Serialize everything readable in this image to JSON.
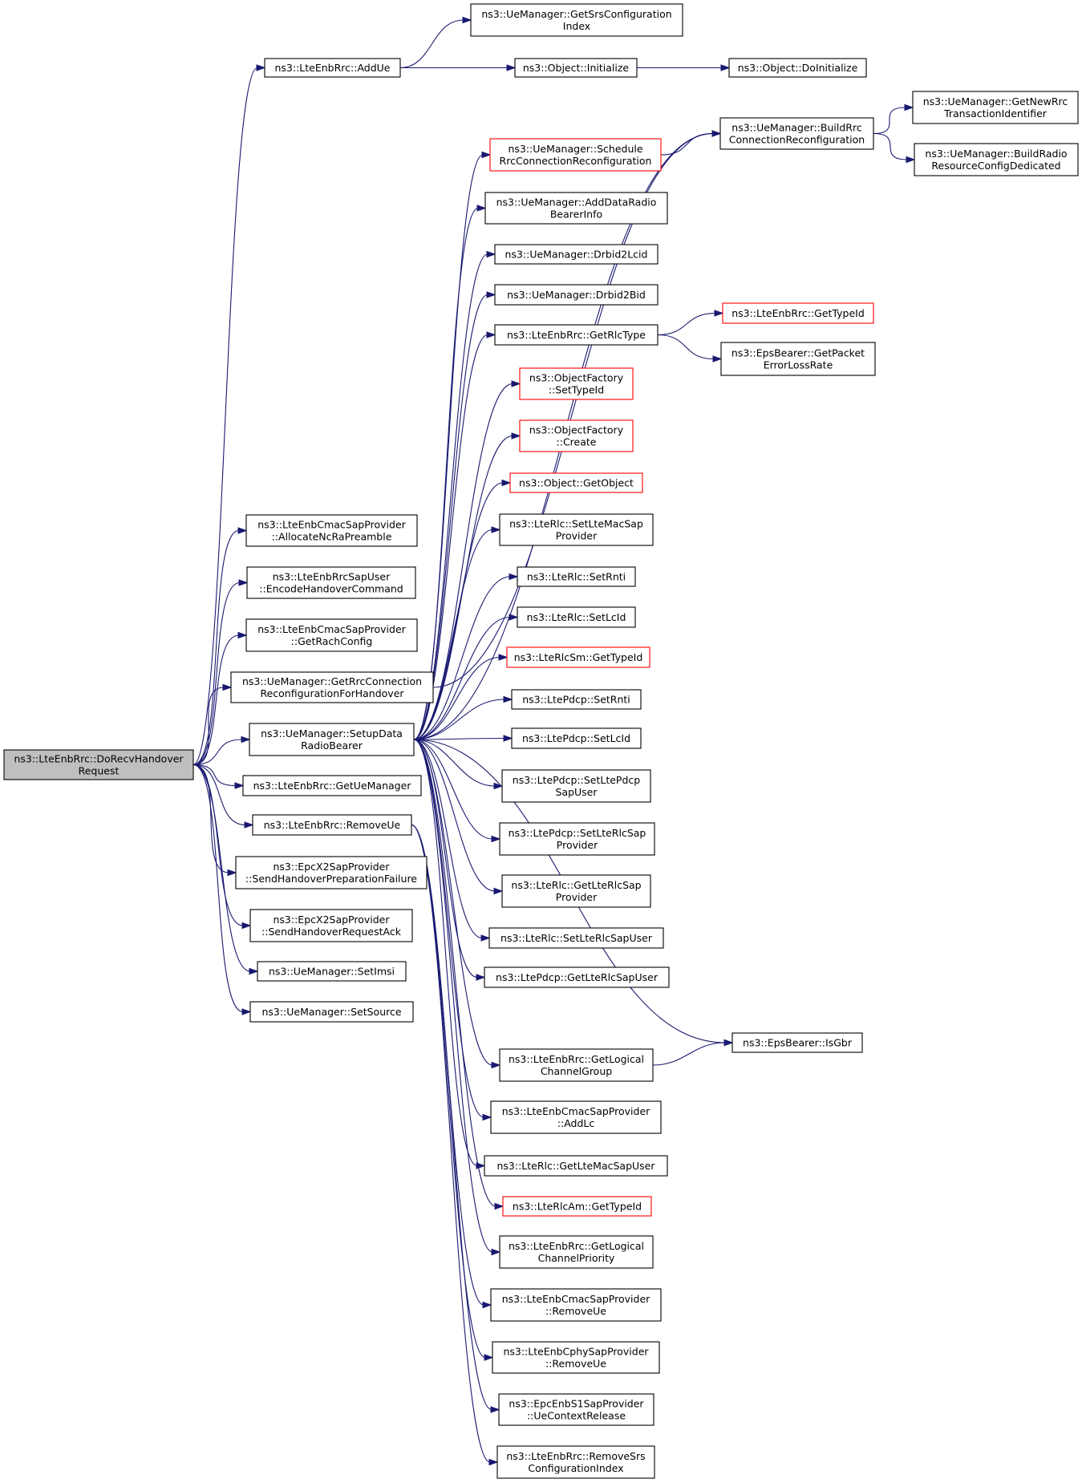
{
  "nodes": [
    {
      "id": "root",
      "lines": [
        "ns3::LteEnbRrc::DoRecvHandover",
        "Request"
      ],
      "style": "root"
    },
    {
      "id": "addue",
      "lines": [
        "ns3::LteEnbRrc::AddUe"
      ],
      "style": "normal"
    },
    {
      "id": "getsrs",
      "lines": [
        "ns3::UeManager::GetSrsConfiguration",
        "Index"
      ],
      "style": "normal"
    },
    {
      "id": "objinit",
      "lines": [
        "ns3::Object::Initialize"
      ],
      "style": "normal"
    },
    {
      "id": "doinit",
      "lines": [
        "ns3::Object::DoInitialize"
      ],
      "style": "normal"
    },
    {
      "id": "buildrrc",
      "lines": [
        "ns3::UeManager::BuildRrc",
        "ConnectionReconfiguration"
      ],
      "style": "normal"
    },
    {
      "id": "getnewrrc",
      "lines": [
        "ns3::UeManager::GetNewRrc",
        "TransactionIdentifier"
      ],
      "style": "normal"
    },
    {
      "id": "buildradio",
      "lines": [
        "ns3::UeManager::BuildRadio",
        "ResourceConfigDedicated"
      ],
      "style": "normal"
    },
    {
      "id": "schedule",
      "lines": [
        "ns3::UeManager::Schedule",
        "RrcConnectionReconfiguration"
      ],
      "style": "red"
    },
    {
      "id": "adddrb",
      "lines": [
        "ns3::UeManager::AddDataRadio",
        "BearerInfo"
      ],
      "style": "normal"
    },
    {
      "id": "drbid2lcid",
      "lines": [
        "ns3::UeManager::Drbid2Lcid"
      ],
      "style": "normal"
    },
    {
      "id": "drbid2bid",
      "lines": [
        "ns3::UeManager::Drbid2Bid"
      ],
      "style": "normal"
    },
    {
      "id": "getrlctype",
      "lines": [
        "ns3::LteEnbRrc::GetRlcType"
      ],
      "style": "normal"
    },
    {
      "id": "enbrrctypeid",
      "lines": [
        "ns3::LteEnbRrc::GetTypeId"
      ],
      "style": "red"
    },
    {
      "id": "getpacketerr",
      "lines": [
        "ns3::EpsBearer::GetPacket",
        "ErrorLossRate"
      ],
      "style": "normal"
    },
    {
      "id": "ofsettypeid",
      "lines": [
        "ns3::ObjectFactory",
        "::SetTypeId"
      ],
      "style": "red"
    },
    {
      "id": "ofcreate",
      "lines": [
        "ns3::ObjectFactory",
        "::Create"
      ],
      "style": "red"
    },
    {
      "id": "getobject",
      "lines": [
        "ns3::Object::GetObject"
      ],
      "style": "red"
    },
    {
      "id": "setltemacsap",
      "lines": [
        "ns3::LteRlc::SetLteMacSap",
        "Provider"
      ],
      "style": "normal"
    },
    {
      "id": "rlcsetrnti",
      "lines": [
        "ns3::LteRlc::SetRnti"
      ],
      "style": "normal"
    },
    {
      "id": "rlcsetlcid",
      "lines": [
        "ns3::LteRlc::SetLcId"
      ],
      "style": "normal"
    },
    {
      "id": "rlcsmtypeid",
      "lines": [
        "ns3::LteRlcSm::GetTypeId"
      ],
      "style": "red"
    },
    {
      "id": "allocncra",
      "lines": [
        "ns3::LteEnbCmacSapProvider",
        "::AllocateNcRaPreamble"
      ],
      "style": "normal"
    },
    {
      "id": "encodeho",
      "lines": [
        "ns3::LteEnbRrcSapUser",
        "::EncodeHandoverCommand"
      ],
      "style": "normal"
    },
    {
      "id": "getrach",
      "lines": [
        "ns3::LteEnbCmacSapProvider",
        "::GetRachConfig"
      ],
      "style": "normal"
    },
    {
      "id": "getrrcconnho",
      "lines": [
        "ns3::UeManager::GetRrcConnection",
        "ReconfigurationForHandover"
      ],
      "style": "normal"
    },
    {
      "id": "setupdrb",
      "lines": [
        "ns3::UeManager::SetupData",
        "RadioBearer"
      ],
      "style": "normal"
    },
    {
      "id": "pdcpsetrnti",
      "lines": [
        "ns3::LtePdcp::SetRnti"
      ],
      "style": "normal"
    },
    {
      "id": "pdcpsetlcid",
      "lines": [
        "ns3::LtePdcp::SetLcId"
      ],
      "style": "normal"
    },
    {
      "id": "pdcpsetpdcpsapuser",
      "lines": [
        "ns3::LtePdcp::SetLtePdcp",
        "SapUser"
      ],
      "style": "normal"
    },
    {
      "id": "pdcpsetrlcsapprov",
      "lines": [
        "ns3::LtePdcp::SetLteRlcSap",
        "Provider"
      ],
      "style": "normal"
    },
    {
      "id": "rlcgetrlcsapprov",
      "lines": [
        "ns3::LteRlc::GetLteRlcSap",
        "Provider"
      ],
      "style": "normal"
    },
    {
      "id": "getuemanager",
      "lines": [
        "ns3::LteEnbRrc::GetUeManager"
      ],
      "style": "normal"
    },
    {
      "id": "removeue",
      "lines": [
        "ns3::LteEnbRrc::RemoveUe"
      ],
      "style": "normal"
    },
    {
      "id": "sendhoprepfail",
      "lines": [
        "ns3::EpcX2SapProvider",
        "::SendHandoverPreparationFailure"
      ],
      "style": "normal"
    },
    {
      "id": "rlcsetrlcsapuser",
      "lines": [
        "ns3::LteRlc::SetLteRlcSapUser"
      ],
      "style": "normal"
    },
    {
      "id": "sendhoreqack",
      "lines": [
        "ns3::EpcX2SapProvider",
        "::SendHandoverRequestAck"
      ],
      "style": "normal"
    },
    {
      "id": "pdcpgetrlcsapuser",
      "lines": [
        "ns3::LtePdcp::GetLteRlcSapUser"
      ],
      "style": "normal"
    },
    {
      "id": "setimsi",
      "lines": [
        "ns3::UeManager::SetImsi"
      ],
      "style": "normal"
    },
    {
      "id": "setsource",
      "lines": [
        "ns3::UeManager::SetSource"
      ],
      "style": "normal"
    },
    {
      "id": "isgbr",
      "lines": [
        "ns3::EpsBearer::IsGbr"
      ],
      "style": "normal"
    },
    {
      "id": "getlcgroup",
      "lines": [
        "ns3::LteEnbRrc::GetLogical",
        "ChannelGroup"
      ],
      "style": "normal"
    },
    {
      "id": "addlc",
      "lines": [
        "ns3::LteEnbCmacSapProvider",
        "::AddLc"
      ],
      "style": "normal"
    },
    {
      "id": "rlcgetmacsapuser",
      "lines": [
        "ns3::LteRlc::GetLteMacSapUser"
      ],
      "style": "normal"
    },
    {
      "id": "rlcamtypeid",
      "lines": [
        "ns3::LteRlcAm::GetTypeId"
      ],
      "style": "red"
    },
    {
      "id": "getlcprio",
      "lines": [
        "ns3::LteEnbRrc::GetLogical",
        "ChannelPriority"
      ],
      "style": "normal"
    },
    {
      "id": "cmacremoveue",
      "lines": [
        "ns3::LteEnbCmacSapProvider",
        "::RemoveUe"
      ],
      "style": "normal"
    },
    {
      "id": "cphyremoveue",
      "lines": [
        "ns3::LteEnbCphySapProvider",
        "::RemoveUe"
      ],
      "style": "normal"
    },
    {
      "id": "uectxrelease",
      "lines": [
        "ns3::EpcEnbS1SapProvider",
        "::UeContextRelease"
      ],
      "style": "normal"
    },
    {
      "id": "removesrs",
      "lines": [
        "ns3::LteEnbRrc::RemoveSrs",
        "ConfigurationIndex"
      ],
      "style": "normal"
    }
  ],
  "edges": [
    [
      "root",
      "addue"
    ],
    [
      "root",
      "allocncra"
    ],
    [
      "root",
      "encodeho"
    ],
    [
      "root",
      "getrach"
    ],
    [
      "root",
      "getrrcconnho"
    ],
    [
      "root",
      "setupdrb"
    ],
    [
      "root",
      "getuemanager"
    ],
    [
      "root",
      "removeue"
    ],
    [
      "root",
      "sendhoprepfail"
    ],
    [
      "root",
      "sendhoreqack"
    ],
    [
      "root",
      "setimsi"
    ],
    [
      "root",
      "setsource"
    ],
    [
      "addue",
      "getsrs"
    ],
    [
      "addue",
      "objinit"
    ],
    [
      "objinit",
      "doinit"
    ],
    [
      "getrrcconnho",
      "buildrrc"
    ],
    [
      "buildrrc",
      "getnewrrc"
    ],
    [
      "buildrrc",
      "buildradio"
    ],
    [
      "schedule",
      "buildrrc"
    ],
    [
      "getrlctype",
      "enbrrctypeid"
    ],
    [
      "getrlctype",
      "getpacketerr"
    ],
    [
      "setupdrb",
      "buildrrc"
    ],
    [
      "setupdrb",
      "schedule"
    ],
    [
      "setupdrb",
      "adddrb"
    ],
    [
      "setupdrb",
      "drbid2lcid"
    ],
    [
      "setupdrb",
      "drbid2bid"
    ],
    [
      "setupdrb",
      "getrlctype"
    ],
    [
      "setupdrb",
      "ofsettypeid"
    ],
    [
      "setupdrb",
      "ofcreate"
    ],
    [
      "setupdrb",
      "getobject"
    ],
    [
      "setupdrb",
      "setltemacsap"
    ],
    [
      "setupdrb",
      "rlcsetrnti"
    ],
    [
      "setupdrb",
      "rlcsetlcid"
    ],
    [
      "setupdrb",
      "rlcsmtypeid"
    ],
    [
      "setupdrb",
      "pdcpsetrnti"
    ],
    [
      "setupdrb",
      "pdcpsetlcid"
    ],
    [
      "setupdrb",
      "pdcpsetpdcpsapuser"
    ],
    [
      "setupdrb",
      "pdcpsetrlcsapprov"
    ],
    [
      "setupdrb",
      "rlcgetrlcsapprov"
    ],
    [
      "setupdrb",
      "rlcsetrlcsapuser"
    ],
    [
      "setupdrb",
      "pdcpgetrlcsapuser"
    ],
    [
      "setupdrb",
      "isgbr"
    ],
    [
      "setupdrb",
      "getlcgroup"
    ],
    [
      "setupdrb",
      "addlc"
    ],
    [
      "setupdrb",
      "rlcgetmacsapuser"
    ],
    [
      "setupdrb",
      "rlcamtypeid"
    ],
    [
      "setupdrb",
      "getlcprio"
    ],
    [
      "removeue",
      "cmacremoveue"
    ],
    [
      "removeue",
      "cphyremoveue"
    ],
    [
      "removeue",
      "uectxrelease"
    ],
    [
      "removeue",
      "removesrs"
    ],
    [
      "getlcgroup",
      "isgbr"
    ]
  ]
}
